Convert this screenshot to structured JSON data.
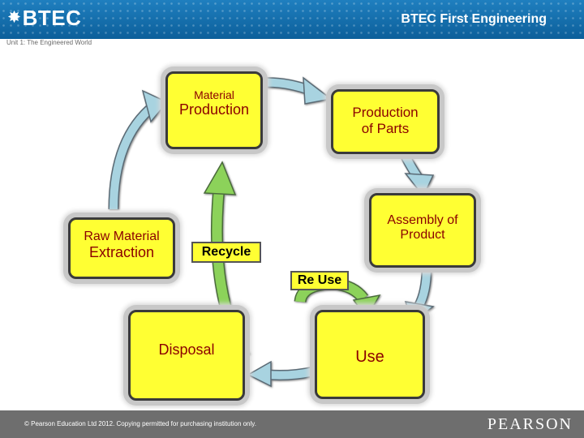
{
  "header": {
    "brand": "BTEC",
    "course_title": "BTEC First Engineering",
    "unit": "Unit 1: The Engineered World",
    "bg_color": "#1470b0"
  },
  "diagram": {
    "material_production": {
      "line1": "Material",
      "line2": "Production"
    },
    "production_of_parts": {
      "line1": "Production",
      "line2": "of Parts"
    },
    "raw_material_extraction": {
      "line1": "Raw Material",
      "line2": "Extraction"
    },
    "assembly_of_product": {
      "line1": "Assembly of",
      "line2": "Product"
    },
    "disposal": "Disposal",
    "use": "Use",
    "recycle": "Recycle",
    "re_use": "Re Use",
    "box_color": "#ffff33",
    "text_color": "#8b0000",
    "arrow_blue": "#a8d3e0",
    "arrow_green": "#8cd25a"
  },
  "footer": {
    "copyright": "© Pearson Education Ltd 2012. Copying permitted for purchasing institution only.",
    "publisher": "PEARSON"
  }
}
